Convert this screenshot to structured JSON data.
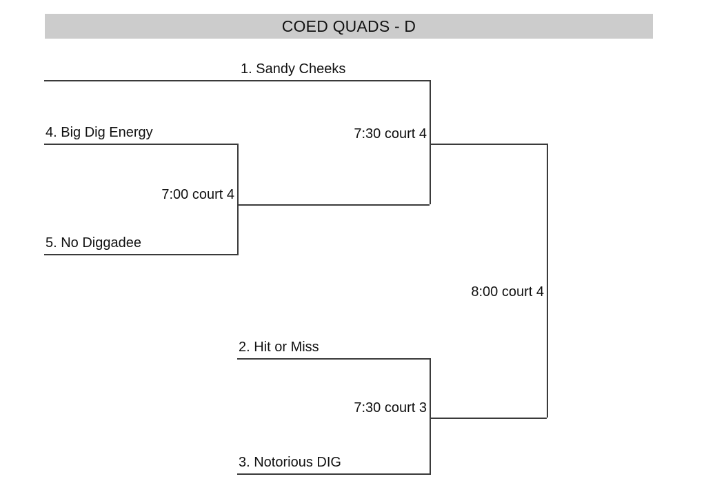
{
  "title": {
    "text": "COED QUADS - D",
    "band_color": "#cccccc"
  },
  "bracket": {
    "line_color": "#3a3a3a",
    "round1": {
      "teams": [
        {
          "label": "4. Big Dig Energy"
        },
        {
          "label": "5. No Diggadee"
        }
      ],
      "match": {
        "label": "7:00 court 4"
      }
    },
    "round2": {
      "upper": {
        "teams": [
          {
            "label": "1. Sandy Cheeks"
          }
        ],
        "match": {
          "label": "7:30 court 4"
        }
      },
      "lower": {
        "teams": [
          {
            "label": "2. Hit or Miss"
          },
          {
            "label": "3. Notorious DIG"
          }
        ],
        "match": {
          "label": "7:30 court 3"
        }
      }
    },
    "final": {
      "match": {
        "label": "8:00 court 4"
      }
    }
  }
}
